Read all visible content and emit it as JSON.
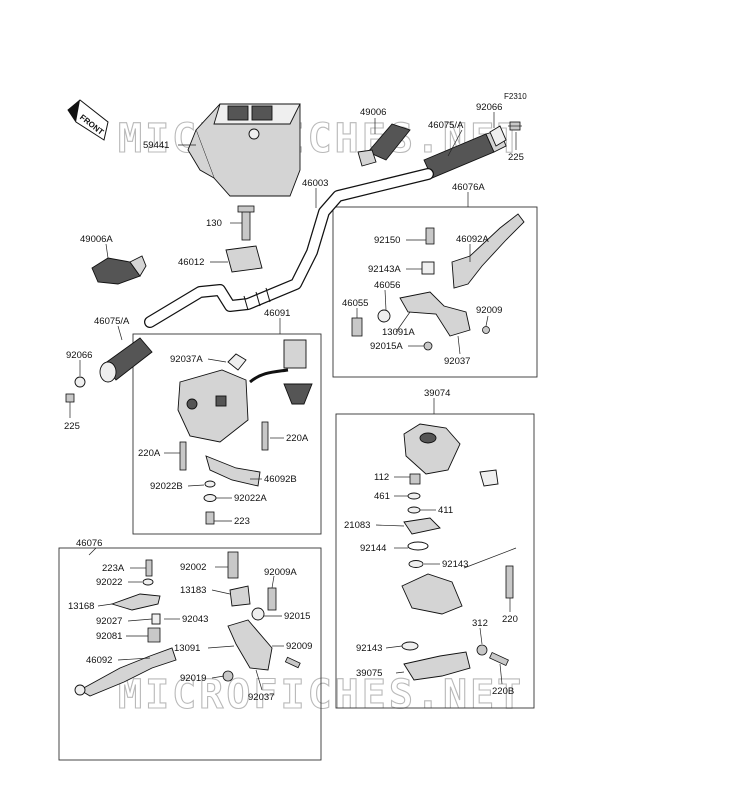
{
  "diagram_code": "F2310",
  "front_label": "FRONT",
  "watermarks": [
    "MICROFICHES.NET",
    "MICROFICHES.NET"
  ],
  "part_labels": {
    "p59441": "59441",
    "p49006": "49006",
    "p92066_top": "92066",
    "p46075A_top": "46075/A",
    "p225_top": "225",
    "p46003": "46003",
    "p46076A": "46076A",
    "p130": "130",
    "p49006A": "49006A",
    "p46012": "46012",
    "p92150": "92150",
    "p46092A": "46092A",
    "p92143A": "92143A",
    "p46056": "46056",
    "p46055": "46055",
    "p92009_top": "92009",
    "p13091A": "13091A",
    "p92015A": "92015A",
    "p92037_top": "92037",
    "p46075A_left": "46075/A",
    "p46091": "46091",
    "p92066_left": "92066",
    "p92037A": "92037A",
    "p225_left": "225",
    "p39074": "39074",
    "p220A_right": "220A",
    "p220A_left": "220A",
    "p46092B": "46092B",
    "p92022B": "92022B",
    "p92022A": "92022A",
    "p223": "223",
    "p112": "112",
    "p461": "461",
    "p411": "411",
    "p21083": "21083",
    "p92144": "92144",
    "p92143_a": "92143",
    "p46076": "46076",
    "p223A": "223A",
    "p92022": "92022",
    "p92002": "92002",
    "p92009A": "92009A",
    "p13183": "13183",
    "p13168": "13168",
    "p92043": "92043",
    "p92015": "92015",
    "p92027": "92027",
    "p92081": "92081",
    "p13091": "13091",
    "p92009_bot": "92009",
    "p46092": "46092",
    "p92019": "92019",
    "p92037_bot": "92037",
    "p220": "220",
    "p312": "312",
    "p92143_b": "92143",
    "p39075": "39075",
    "p220B": "220B"
  }
}
